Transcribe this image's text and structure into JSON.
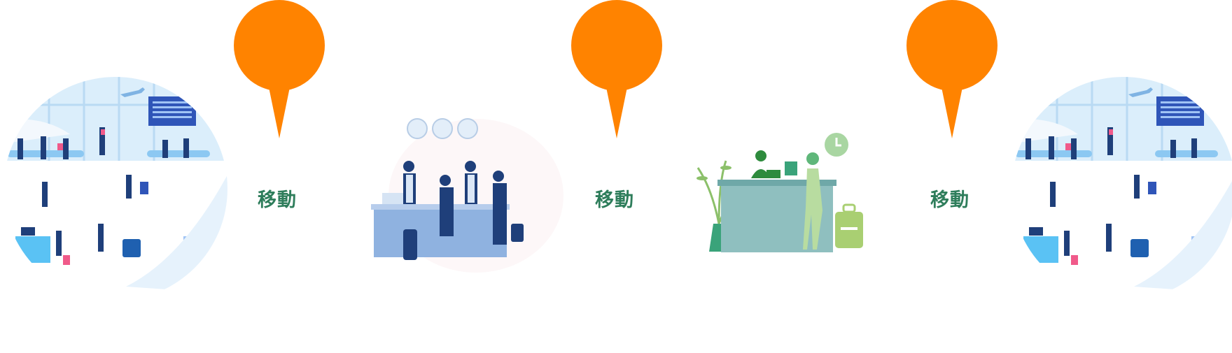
{
  "steps": [
    {
      "scene": "airport-terminal"
    },
    {
      "connector_label": "移動"
    },
    {
      "scene": "hotel-front-desk"
    },
    {
      "connector_label": "移動"
    },
    {
      "scene": "reception-checkin"
    },
    {
      "connector_label": "移動"
    },
    {
      "scene": "airport-terminal"
    }
  ],
  "colors": {
    "pin": "#ff8300",
    "label": "#2e7d5b",
    "airport_sky": "#dbeefb",
    "hotel_counter": "#8fb2e0",
    "reception_counter": "#8fbfbf"
  },
  "icons": [
    "map-pin-icon",
    "airplane-icon",
    "clock-icon",
    "plant-icon",
    "suitcase-icon"
  ]
}
